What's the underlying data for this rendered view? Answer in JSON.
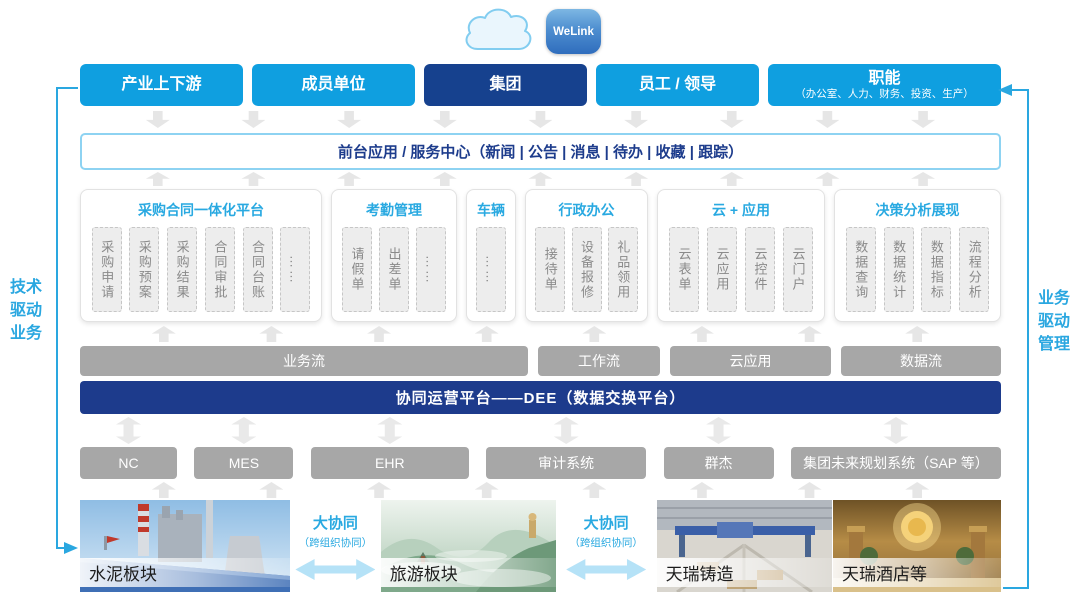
{
  "welink": {
    "label": "WeLink"
  },
  "portals": [
    {
      "label": "产业上下游"
    },
    {
      "label": "成员单位"
    },
    {
      "label": "集团"
    },
    {
      "label": "员工 / 领导"
    },
    {
      "label": "职能",
      "sublabel": "（办公室、人力、财务、投资、生产）"
    }
  ],
  "front_bar": {
    "label": "前台应用 / 服务中心（新闻 | 公告 | 消息 | 待办 | 收藏 | 跟踪）"
  },
  "app_groups": [
    {
      "title": "采购合同一体化平台",
      "items": [
        "采购申请",
        "采购预案",
        "采购结果",
        "合同审批",
        "合同台账",
        "……"
      ]
    },
    {
      "title": "考勤管理",
      "items": [
        "请假单",
        "出差单",
        "……"
      ]
    },
    {
      "title": "车辆",
      "items": [
        "……"
      ]
    },
    {
      "title": "行政办公",
      "items": [
        "接待单",
        "设备报修",
        "礼品领用"
      ]
    },
    {
      "title": "云 + 应用",
      "items": [
        "云表单",
        "云应用",
        "云控件",
        "云门户"
      ]
    },
    {
      "title": "决策分析展现",
      "items": [
        "数据查询",
        "数据统计",
        "数据指标",
        "流程分析"
      ]
    }
  ],
  "flow_bars": [
    "业务流",
    "工作流",
    "云应用",
    "数据流"
  ],
  "dee_bar": {
    "label": "协同运营平台——DEE（数据交换平台）"
  },
  "systems": [
    "NC",
    "MES",
    "EHR",
    "审计系统",
    "群杰",
    "集团未来规划系统（SAP 等）"
  ],
  "business_units": [
    "水泥板块",
    "旅游板块",
    "天瑞铸造",
    "天瑞酒店等"
  ],
  "collaboration": {
    "title": "大协同",
    "subtitle": "（跨组织协同）"
  },
  "side_labels": {
    "left": "技术驱动业务",
    "right": "业务驱动管理"
  },
  "icons": {
    "cloud": "cloud-icon",
    "welink": "welink-app-icon",
    "down_arrow": "down-arrow-icon",
    "up_arrow": "up-arrow-icon",
    "up_down_arrow": "up-down-arrow-icon",
    "collab_arrow": "left-right-arrow-icon"
  },
  "colors": {
    "primary_blue": "#0f9fe0",
    "dark_navy": "#16418e",
    "dee_navy": "#1d3b8c",
    "bar_gray": "#a7a7a7",
    "accent_blue": "#29a9e1",
    "arrow_gray": "#e6e6e6",
    "collab_arrow_blue": "#b5e2f7",
    "side_line_blue": "#2aa7e0"
  }
}
